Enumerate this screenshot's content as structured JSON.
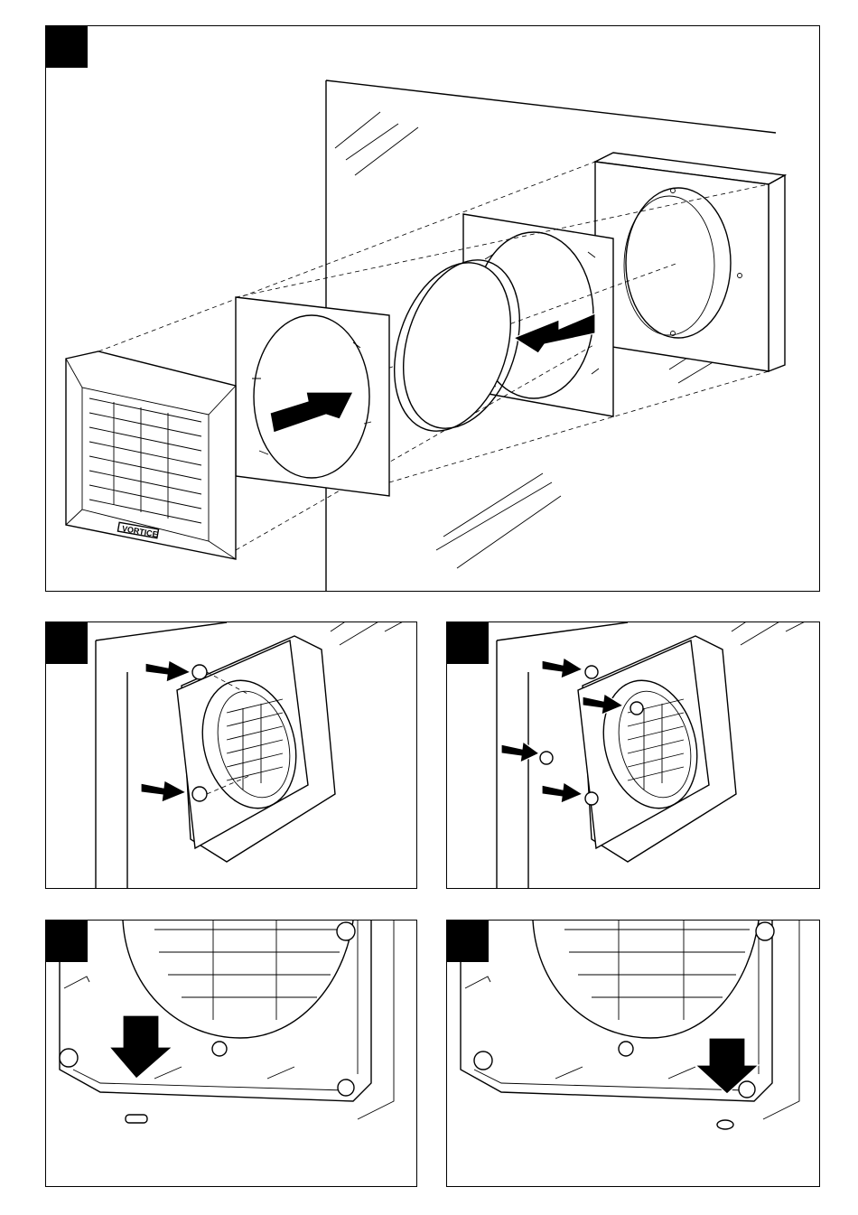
{
  "page": {
    "panels": [
      {
        "id": "step-1",
        "badge": ""
      },
      {
        "id": "step-2",
        "badge": ""
      },
      {
        "id": "step-3",
        "badge": ""
      },
      {
        "id": "step-4",
        "badge": ""
      },
      {
        "id": "step-5",
        "badge": ""
      }
    ]
  },
  "product": {
    "brand_mark": "VORTICE"
  },
  "colors": {
    "ink": "#000000",
    "paper": "#ffffff"
  }
}
